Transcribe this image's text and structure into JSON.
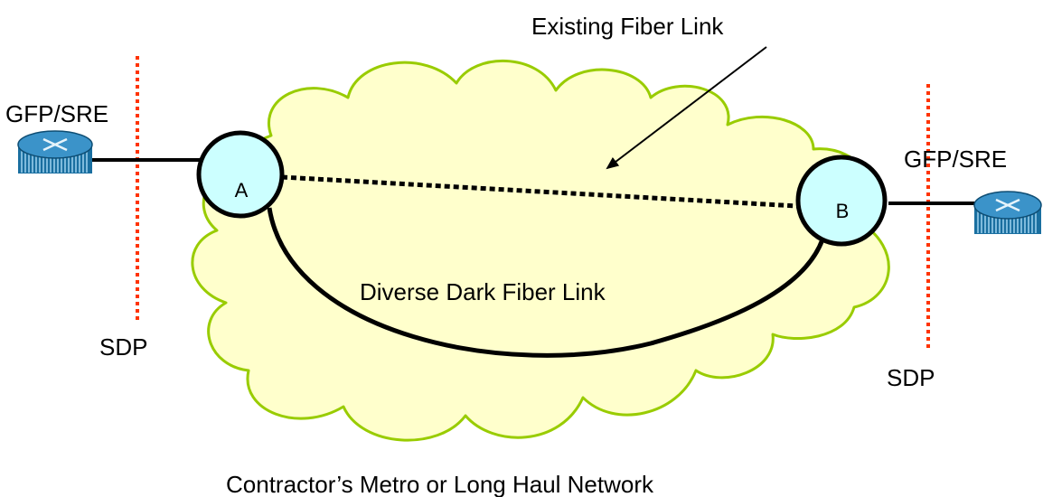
{
  "labels": {
    "existing_link": "Existing Fiber Link",
    "dark_fiber": "Diverse Dark Fiber Link",
    "network": "Contractor’s Metro or Long Haul Network",
    "left_device": "GFP/SRE",
    "right_device": "GFP/SRE",
    "left_sdp": "SDP",
    "right_sdp": "SDP",
    "node_a": "A",
    "node_b": "B"
  },
  "colors": {
    "cloud_fill": "#FFFFCC",
    "cloud_stroke": "#99CC00",
    "node_fill": "#CCFFFF",
    "router_fill": "#1F7FB5",
    "sdp_line": "#FF3300",
    "link": "#000000"
  },
  "icons": {
    "left_router": "router-icon",
    "right_router": "router-icon"
  }
}
